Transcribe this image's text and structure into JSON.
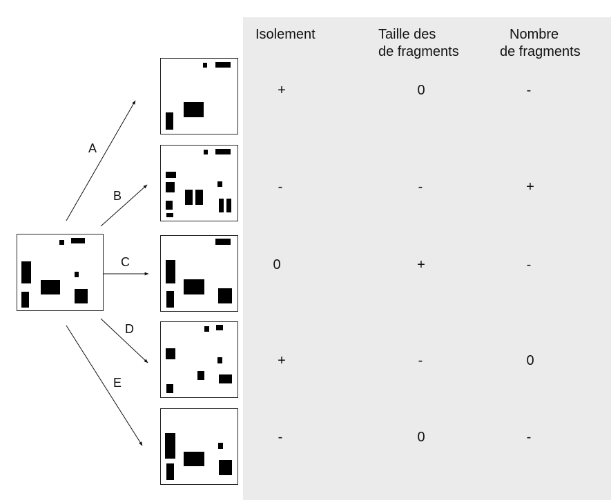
{
  "headers": {
    "isolement": "Isolement",
    "taille_line1": "Taille des",
    "taille_line2": "de fragments",
    "nombre_line1": "Nombre",
    "nombre_line2": "de fragments"
  },
  "scenarios": [
    {
      "label": "A",
      "isolement": "+",
      "taille": "0",
      "nombre": "-"
    },
    {
      "label": "B",
      "isolement": "-",
      "taille": "-",
      "nombre": "+"
    },
    {
      "label": "C",
      "isolement": "0",
      "taille": "+",
      "nombre": "-"
    },
    {
      "label": "D",
      "isolement": "+",
      "taille": "-",
      "nombre": "0"
    },
    {
      "label": "E",
      "isolement": "-",
      "taille": "0",
      "nombre": "-"
    }
  ]
}
